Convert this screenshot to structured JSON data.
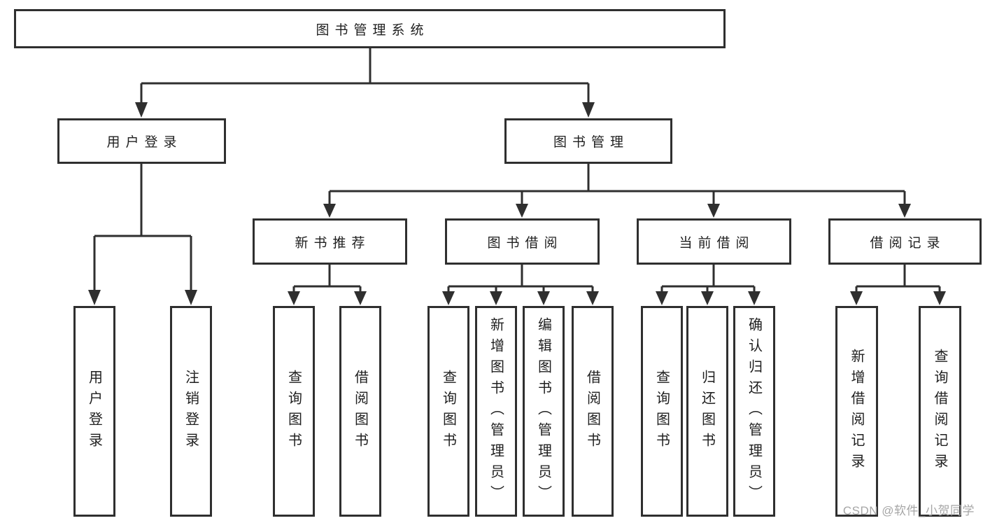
{
  "tree": {
    "root": {
      "label": "图书管理系统"
    },
    "children": [
      {
        "label": "用户登录",
        "children": [
          {
            "label": "用户登录"
          },
          {
            "label": "注销登录"
          }
        ]
      },
      {
        "label": "图书管理",
        "children": [
          {
            "label": "新书推荐",
            "children": [
              {
                "label": "查询图书"
              },
              {
                "label": "借阅图书"
              }
            ]
          },
          {
            "label": "图书借阅",
            "children": [
              {
                "label": "查询图书"
              },
              {
                "label": "新增图书（管理员）"
              },
              {
                "label": "编辑图书（管理员）"
              },
              {
                "label": "借阅图书"
              }
            ]
          },
          {
            "label": "当前借阅",
            "children": [
              {
                "label": "查询图书"
              },
              {
                "label": "归还图书"
              },
              {
                "label": "确认归还（管理员）"
              }
            ]
          },
          {
            "label": "借阅记录",
            "children": [
              {
                "label": "新增借阅记录"
              },
              {
                "label": "查询借阅记录"
              }
            ]
          }
        ]
      }
    ]
  },
  "watermark": "CSDN @软件_小贺同学",
  "colors": {
    "line": "#2f2f2f",
    "text": "#1f1f1f",
    "background": "#ffffff",
    "watermark": "#a6a6a6"
  }
}
